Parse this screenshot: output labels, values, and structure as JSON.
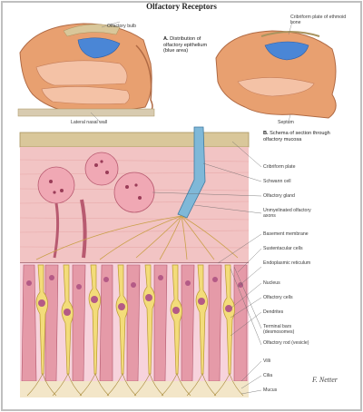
{
  "title": "Olfactory Receptors",
  "panel_a": {
    "letter": "A.",
    "caption": "Distribution of olfactory epithelium (blue area)",
    "labels": {
      "olfactory_bulb": "Olfactory bulb",
      "lateral_nasal_wall": "Lateral nasal wall"
    }
  },
  "panel_b": {
    "letter": "B.",
    "caption": "Schema of section through olfactory mucosa",
    "labels": {
      "cribriform_top": "Cribriform plate of ethmoid bone",
      "septum": "Septum"
    }
  },
  "right_labels": [
    "Cribriform plate",
    "Schwann cell",
    "Olfactory gland",
    "Unmyelinated olfactory axons",
    "Basement membrane",
    "Sustentacular cells",
    "Endoplasmic reticulum",
    "Nucleus",
    "Olfactory cells",
    "Dendrites",
    "Terminal bars (desmosomes)",
    "Olfactory rod (vesicle)",
    "Villi",
    "Cilia",
    "Mucus"
  ],
  "signature": "F. Netter",
  "colors": {
    "tissue_pink": "#f2c4c4",
    "cell_pink": "#e59aa8",
    "olfactory_yellow": "#f3dc7a",
    "axon_blue": "#7fb8d8",
    "epithelium_blue": "#4a86d6",
    "bone_tan": "#d9c79a"
  }
}
